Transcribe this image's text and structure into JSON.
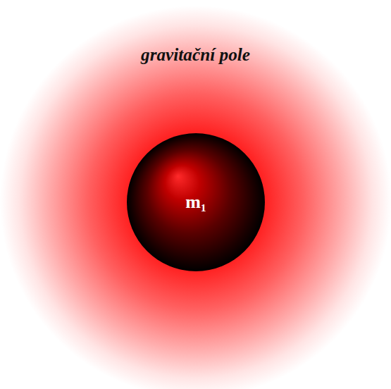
{
  "diagram": {
    "nodes": [
      {
        "text": [
          "gravitační pole"
        ]
      },
      {
        "text": [
          "m₁"
        ],
        "in": 0
      }
    ]
  }
}
